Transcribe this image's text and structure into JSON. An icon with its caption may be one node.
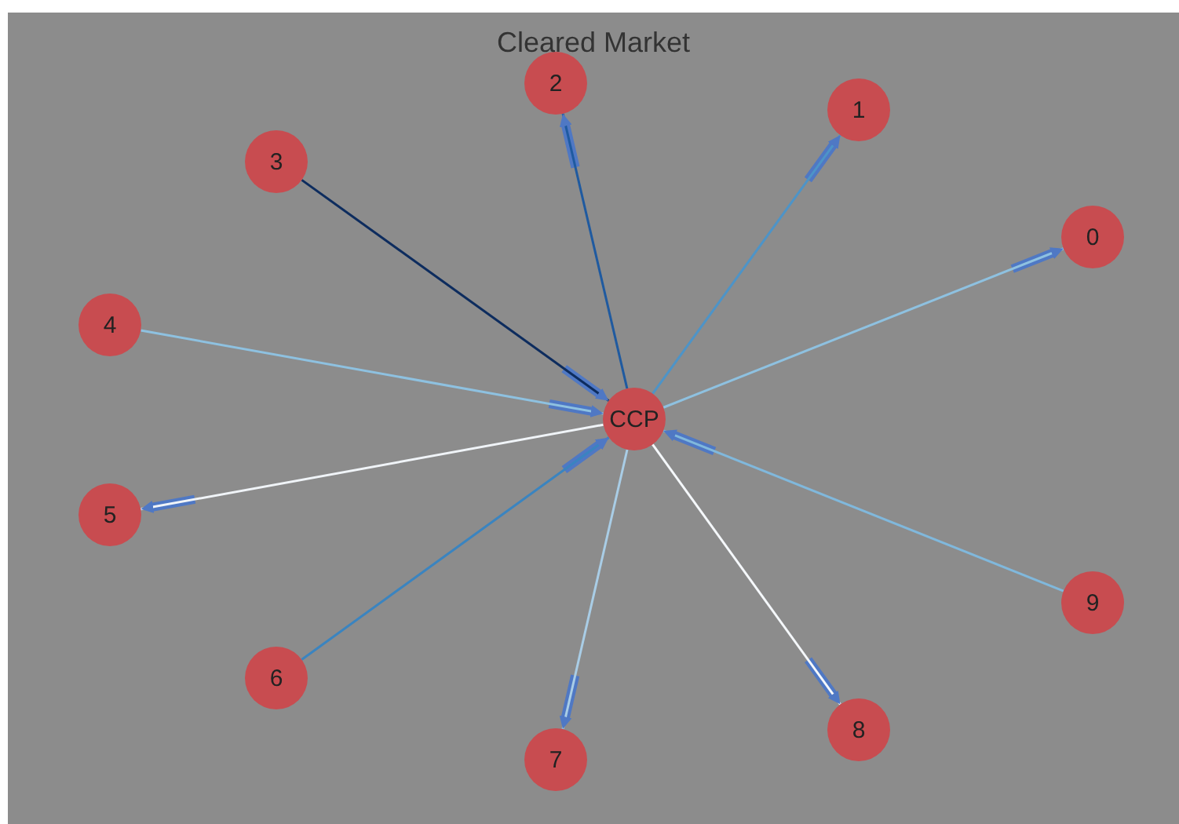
{
  "diagram": {
    "title": "Cleared Market",
    "nodes": [
      {
        "text": [
          "0"
        ]
      },
      {
        "text": [
          "1"
        ]
      },
      {
        "text": [
          "2"
        ]
      },
      {
        "text": [
          "3"
        ]
      },
      {
        "text": [
          "4"
        ]
      },
      {
        "text": [
          "5"
        ]
      },
      {
        "text": [
          "6"
        ]
      },
      {
        "text": [
          "7"
        ]
      },
      {
        "text": [
          "8"
        ]
      },
      {
        "text": [
          "9"
        ]
      },
      {
        "text": [
          "CCP"
        ]
      }
    ],
    "edges": [
      {
        "from": 10,
        "to": 0,
        "arrow": "to",
        "color": "#8ec1e0"
      },
      {
        "from": 10,
        "to": 1,
        "arrow": "to",
        "color": "#4d94c8"
      },
      {
        "from": 10,
        "to": 2,
        "arrow": "to",
        "color": "#1f5aa0"
      },
      {
        "from": 3,
        "to": 10,
        "arrow": "to",
        "color": "#0d2c5e"
      },
      {
        "from": 4,
        "to": 10,
        "arrow": "to",
        "color": "#8ec1e0"
      },
      {
        "from": 10,
        "to": 5,
        "arrow": "to",
        "color": "#f0f4f8"
      },
      {
        "from": 6,
        "to": 10,
        "arrow": "to",
        "color": "#3a84c0"
      },
      {
        "from": 10,
        "to": 7,
        "arrow": "to",
        "color": "#a9cde6"
      },
      {
        "from": 10,
        "to": 8,
        "arrow": "to",
        "color": "#f5f8fb"
      },
      {
        "from": 9,
        "to": 10,
        "arrow": "to",
        "color": "#80b8dc"
      }
    ]
  }
}
